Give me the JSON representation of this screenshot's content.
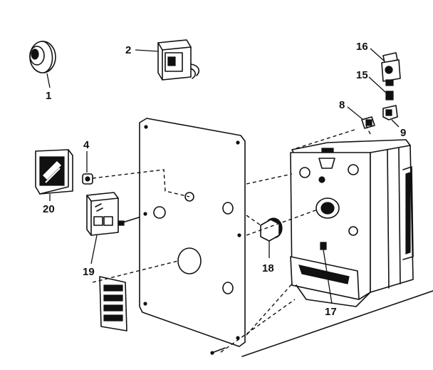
{
  "callouts": {
    "c1": "1",
    "c2": "2",
    "c4": "4",
    "c8": "8",
    "c9": "9",
    "c15": "15",
    "c16": "16",
    "c17": "17",
    "c18": "18",
    "c19": "19",
    "c20": "20"
  }
}
